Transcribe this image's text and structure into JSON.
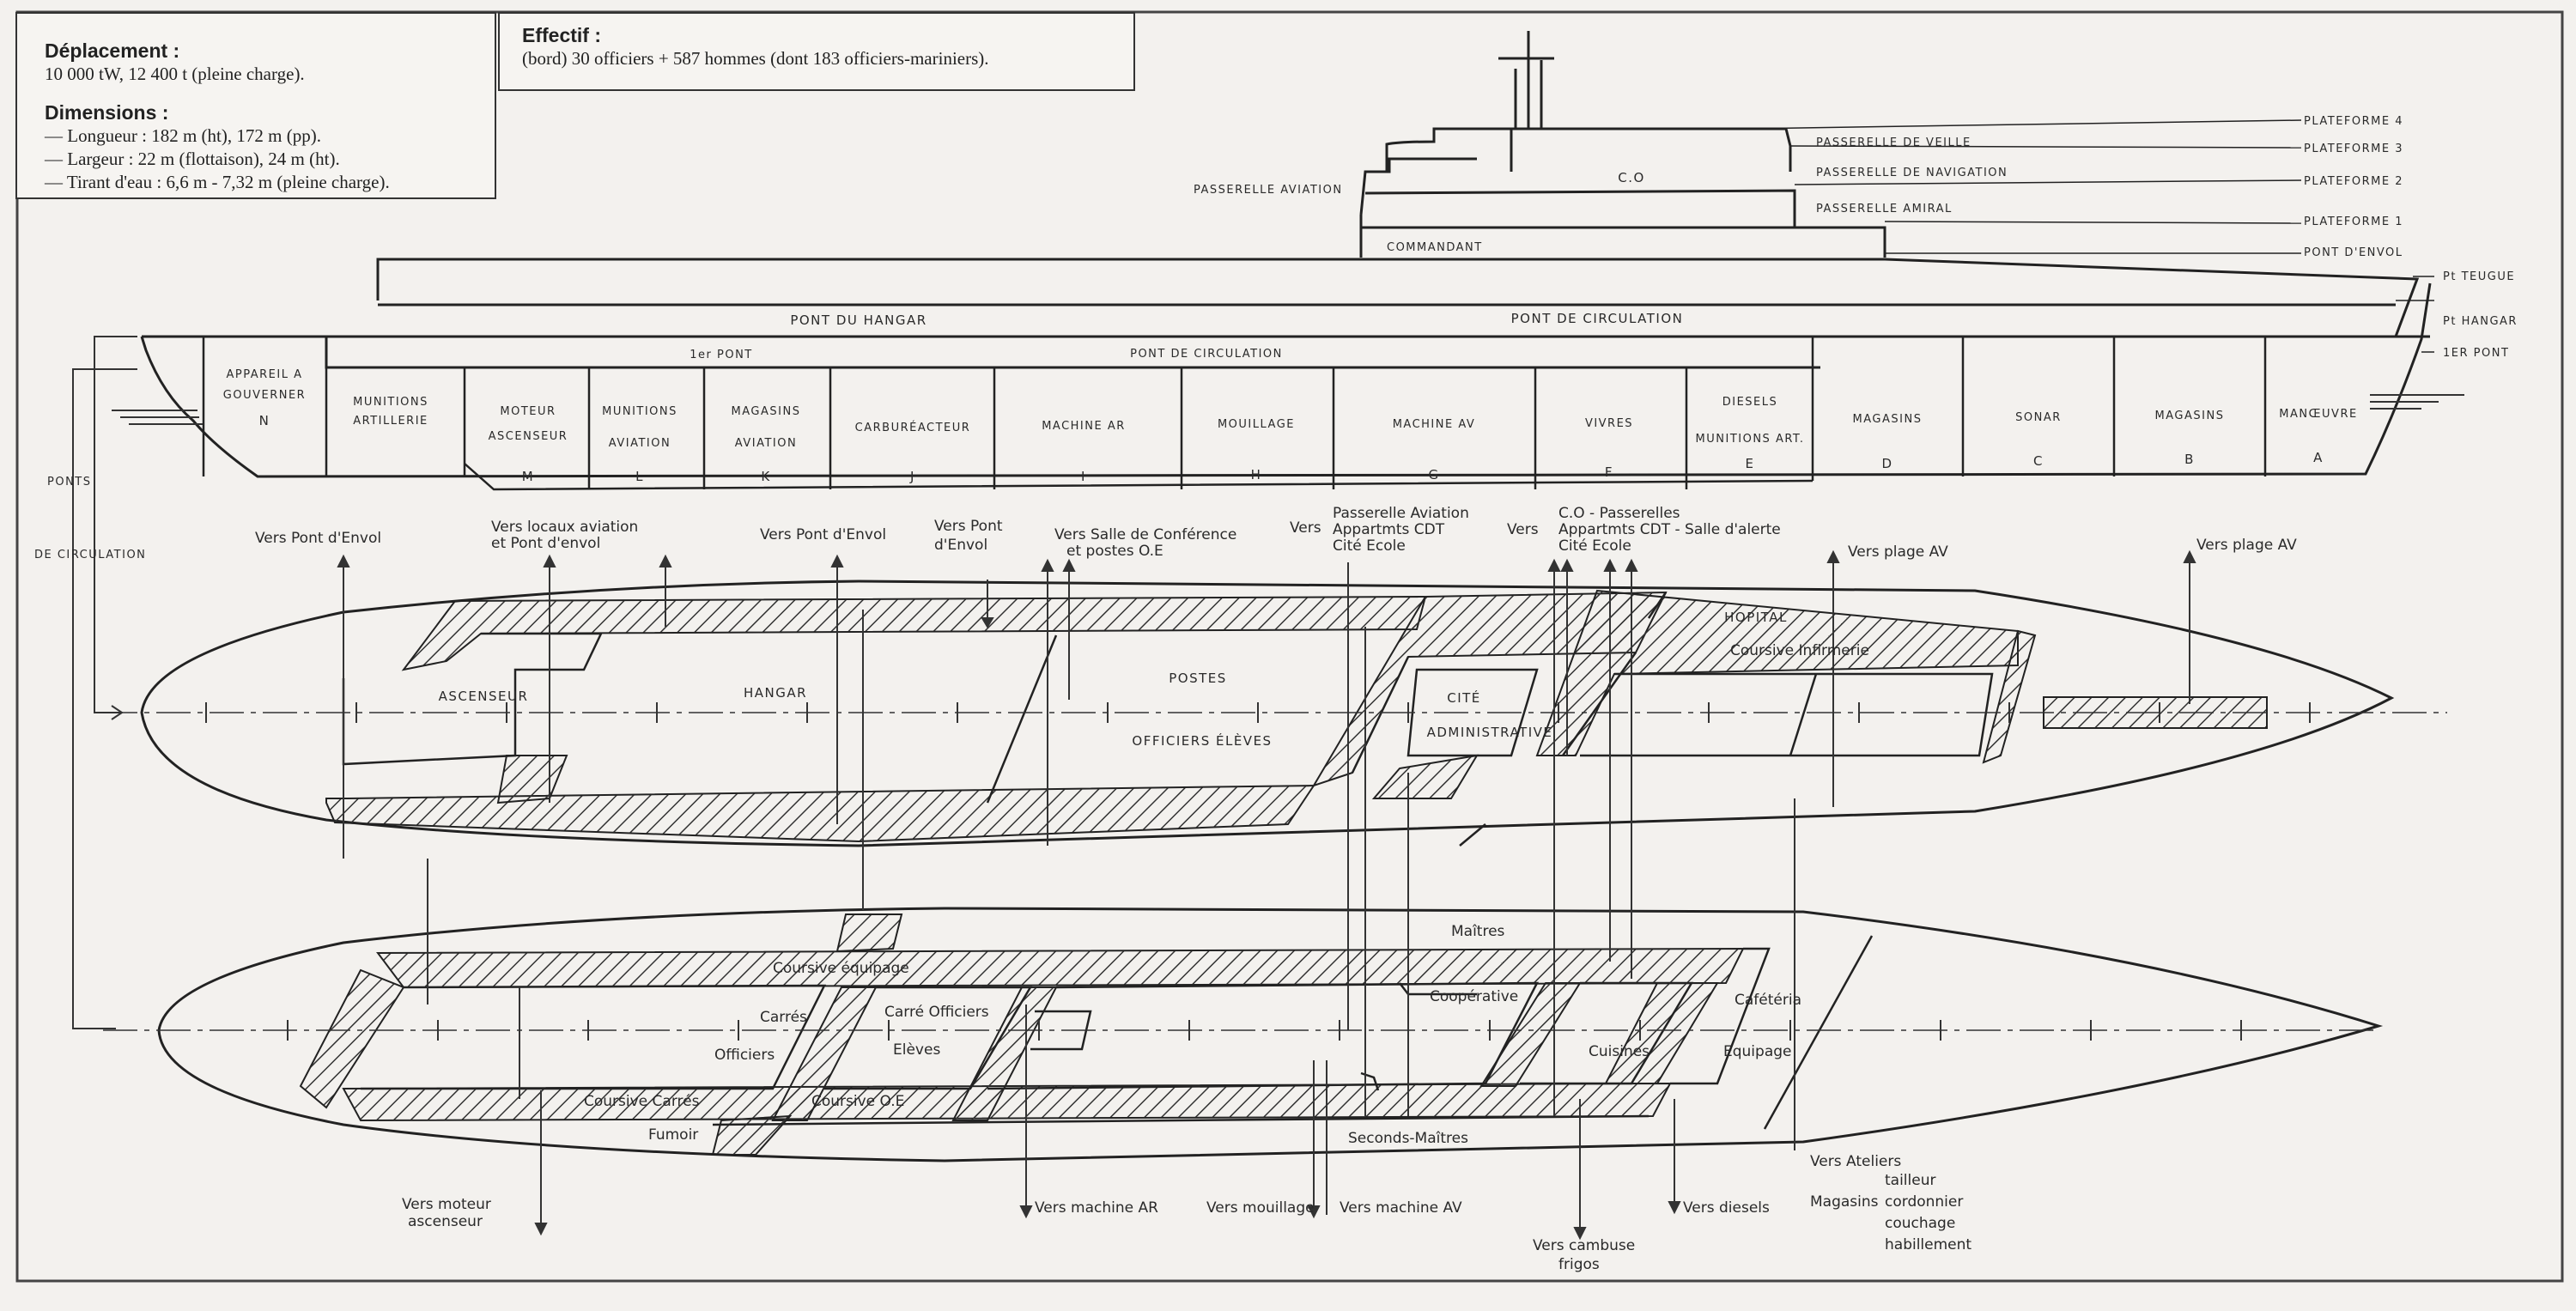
{
  "info_box_left": {
    "displacement_title": "Déplacement :",
    "displacement_value": "10 000 tW, 12 400 t (pleine charge).",
    "dimensions_title": "Dimensions :",
    "dimension_lines": [
      "— Longueur : 182 m (ht), 172 m (pp).",
      "— Largeur : 22 m (flottaison), 24 m (ht).",
      "— Tirant d'eau : 6,6 m - 7,32 m (pleine charge)."
    ]
  },
  "info_box_crew": {
    "title": "Effectif :",
    "value": "(bord) 30 officiers + 587 hommes (dont 183 officiers-mariniers)."
  },
  "superstructure": {
    "co": "C.O",
    "passerelle_aviation": "PASSERELLE AVIATION",
    "commandant": "COMMANDANT",
    "passerelle_veille": "PASSERELLE DE VEILLE",
    "passerelle_navigation": "PASSERELLE DE NAVIGATION",
    "passerelle_amiral": "PASSERELLE AMIRAL"
  },
  "level_labels": [
    "PLATEFORME 4",
    "PLATEFORME 3",
    "PLATEFORME 2",
    "PLATEFORME 1",
    "PONT D'ENVOL",
    "Pt TEUGUE",
    "Pt HANGAR",
    "1ER PONT"
  ],
  "decks": {
    "pont_du_hangar": "PONT DU HANGAR",
    "pont_de_circulation_upper": "PONT DE CIRCULATION",
    "premier_pont": "1er PONT",
    "pont_de_circulation_lower": "PONT DE CIRCULATION"
  },
  "compartments": [
    {
      "name": [
        "APPAREIL A",
        "GOUVERNER"
      ],
      "letter": "N"
    },
    {
      "name": [
        "MUNITIONS",
        "ARTILLERIE"
      ],
      "letter": ""
    },
    {
      "name": [
        "MOTEUR",
        "ASCENSEUR"
      ],
      "letter": "M"
    },
    {
      "name": [
        "MUNITIONS",
        "AVIATION"
      ],
      "letter": "L"
    },
    {
      "name": [
        "MAGASINS",
        "AVIATION"
      ],
      "letter": "K"
    },
    {
      "name": [
        "CARBURÉACTEUR"
      ],
      "letter": "J"
    },
    {
      "name": [
        "MACHINE AR"
      ],
      "letter": "I"
    },
    {
      "name": [
        "MOUILLAGE"
      ],
      "letter": "H"
    },
    {
      "name": [
        "MACHINE AV"
      ],
      "letter": "G"
    },
    {
      "name": [
        "VIVRES"
      ],
      "letter": "F"
    },
    {
      "name": [
        "DIESELS",
        "MUNITIONS ART."
      ],
      "letter": "E"
    },
    {
      "name": [
        "MAGASINS"
      ],
      "letter": "D"
    },
    {
      "name": [
        "SONAR"
      ],
      "letter": "C"
    },
    {
      "name": [
        "MAGASINS"
      ],
      "letter": "B"
    },
    {
      "name": [
        "MANŒUVRE"
      ],
      "letter": "A"
    }
  ],
  "ponts_de_circulation": [
    "PONTS",
    "DE CIRCULATION"
  ],
  "upper_plan": {
    "ascenseur": "ASCENSEUR",
    "hangar": "HANGAR",
    "postes": "POSTES",
    "officiers_eleves": "OFFICIERS ÉLÈVES",
    "cite": "CITÉ",
    "administrative": "ADMINISTRATIVE",
    "hopital": "HOPITAL",
    "coursive_infirmerie": "Coursive Infirmerie"
  },
  "upper_annotations": {
    "vers_pont_envol_1": "Vers Pont d'Envol",
    "vers_locaux_aviation": [
      "Vers locaux aviation",
      "et Pont d'envol"
    ],
    "vers_pont_envol_2": "Vers Pont d'Envol",
    "vers_pont_envol_3": [
      "Vers Pont",
      "d'Envol"
    ],
    "vers_salle_conference": [
      "Vers Salle de Conférence",
      "et postes O.E"
    ],
    "vers_1": "Vers",
    "vers_1_items": [
      "Passerelle Aviation",
      "Appartmts CDT",
      "Cité Ecole"
    ],
    "vers_2": "Vers",
    "vers_2_items": [
      "C.O - Passerelles",
      "Appartmts CDT - Salle d'alerte",
      "Cité Ecole"
    ],
    "vers_plage_av_1": "Vers plage AV",
    "vers_plage_av_2": "Vers plage AV"
  },
  "lower_plan": {
    "maitres": "Maîtres",
    "coursive_equipage": "Coursive équipage",
    "carres": "Carrés",
    "officiers": "Officiers",
    "carre_officiers": "Carré Officiers",
    "eleves": "Elèves",
    "cooperative": "Coopérative",
    "cafeteria": "Cafétéria",
    "cuisines": "Cuisines",
    "equipage": "Equipage",
    "coursive_carres": "Coursive Carrés",
    "coursive_oe": "Coursive O.E",
    "fumoir": "Fumoir",
    "seconds_maitres": "Seconds-Maîtres"
  },
  "lower_annotations": {
    "vers_moteur": [
      "Vers moteur",
      "ascenseur"
    ],
    "vers_machine_ar": "Vers machine AR",
    "vers_mouillage": "Vers mouillage",
    "vers_machine_av": "Vers machine AV",
    "vers_cambuse": [
      "Vers cambuse",
      "frigos"
    ],
    "vers_diesels": "Vers diesels",
    "vers_ateliers": "Vers Ateliers",
    "magasins": "Magasins",
    "ateliers_items": [
      "tailleur",
      "cordonnier",
      "couchage",
      "habillement"
    ]
  }
}
